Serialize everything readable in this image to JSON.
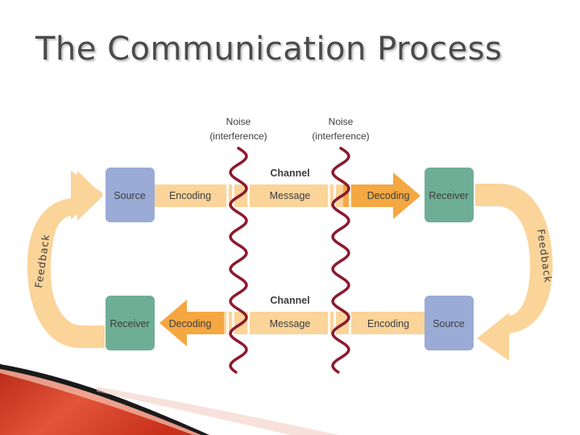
{
  "title": "The Communication Process",
  "diagram": {
    "noise_left": {
      "line1": "Noise",
      "line2": "(interference)"
    },
    "noise_right": {
      "line1": "Noise",
      "line2": "(interference)"
    },
    "top": {
      "source": "Source",
      "encoding": "Encoding",
      "channel": "Channel",
      "message": "Message",
      "decoding": "Decoding",
      "receiver": "Receiver"
    },
    "bottom": {
      "receiver": "Receiver",
      "decoding": "Decoding",
      "channel": "Channel",
      "message": "Message",
      "encoding": "Encoding",
      "source": "Source"
    },
    "feedback_left": "Feedback",
    "feedback_right": "Feedback"
  },
  "colors": {
    "source_box": "#9aabd6",
    "receiver_box": "#6fae96",
    "light_arrow": "#fbd49a",
    "dark_arrow": "#f5a742",
    "noise_wave": "#8b1a2e",
    "accent_red": "#c8301c"
  }
}
